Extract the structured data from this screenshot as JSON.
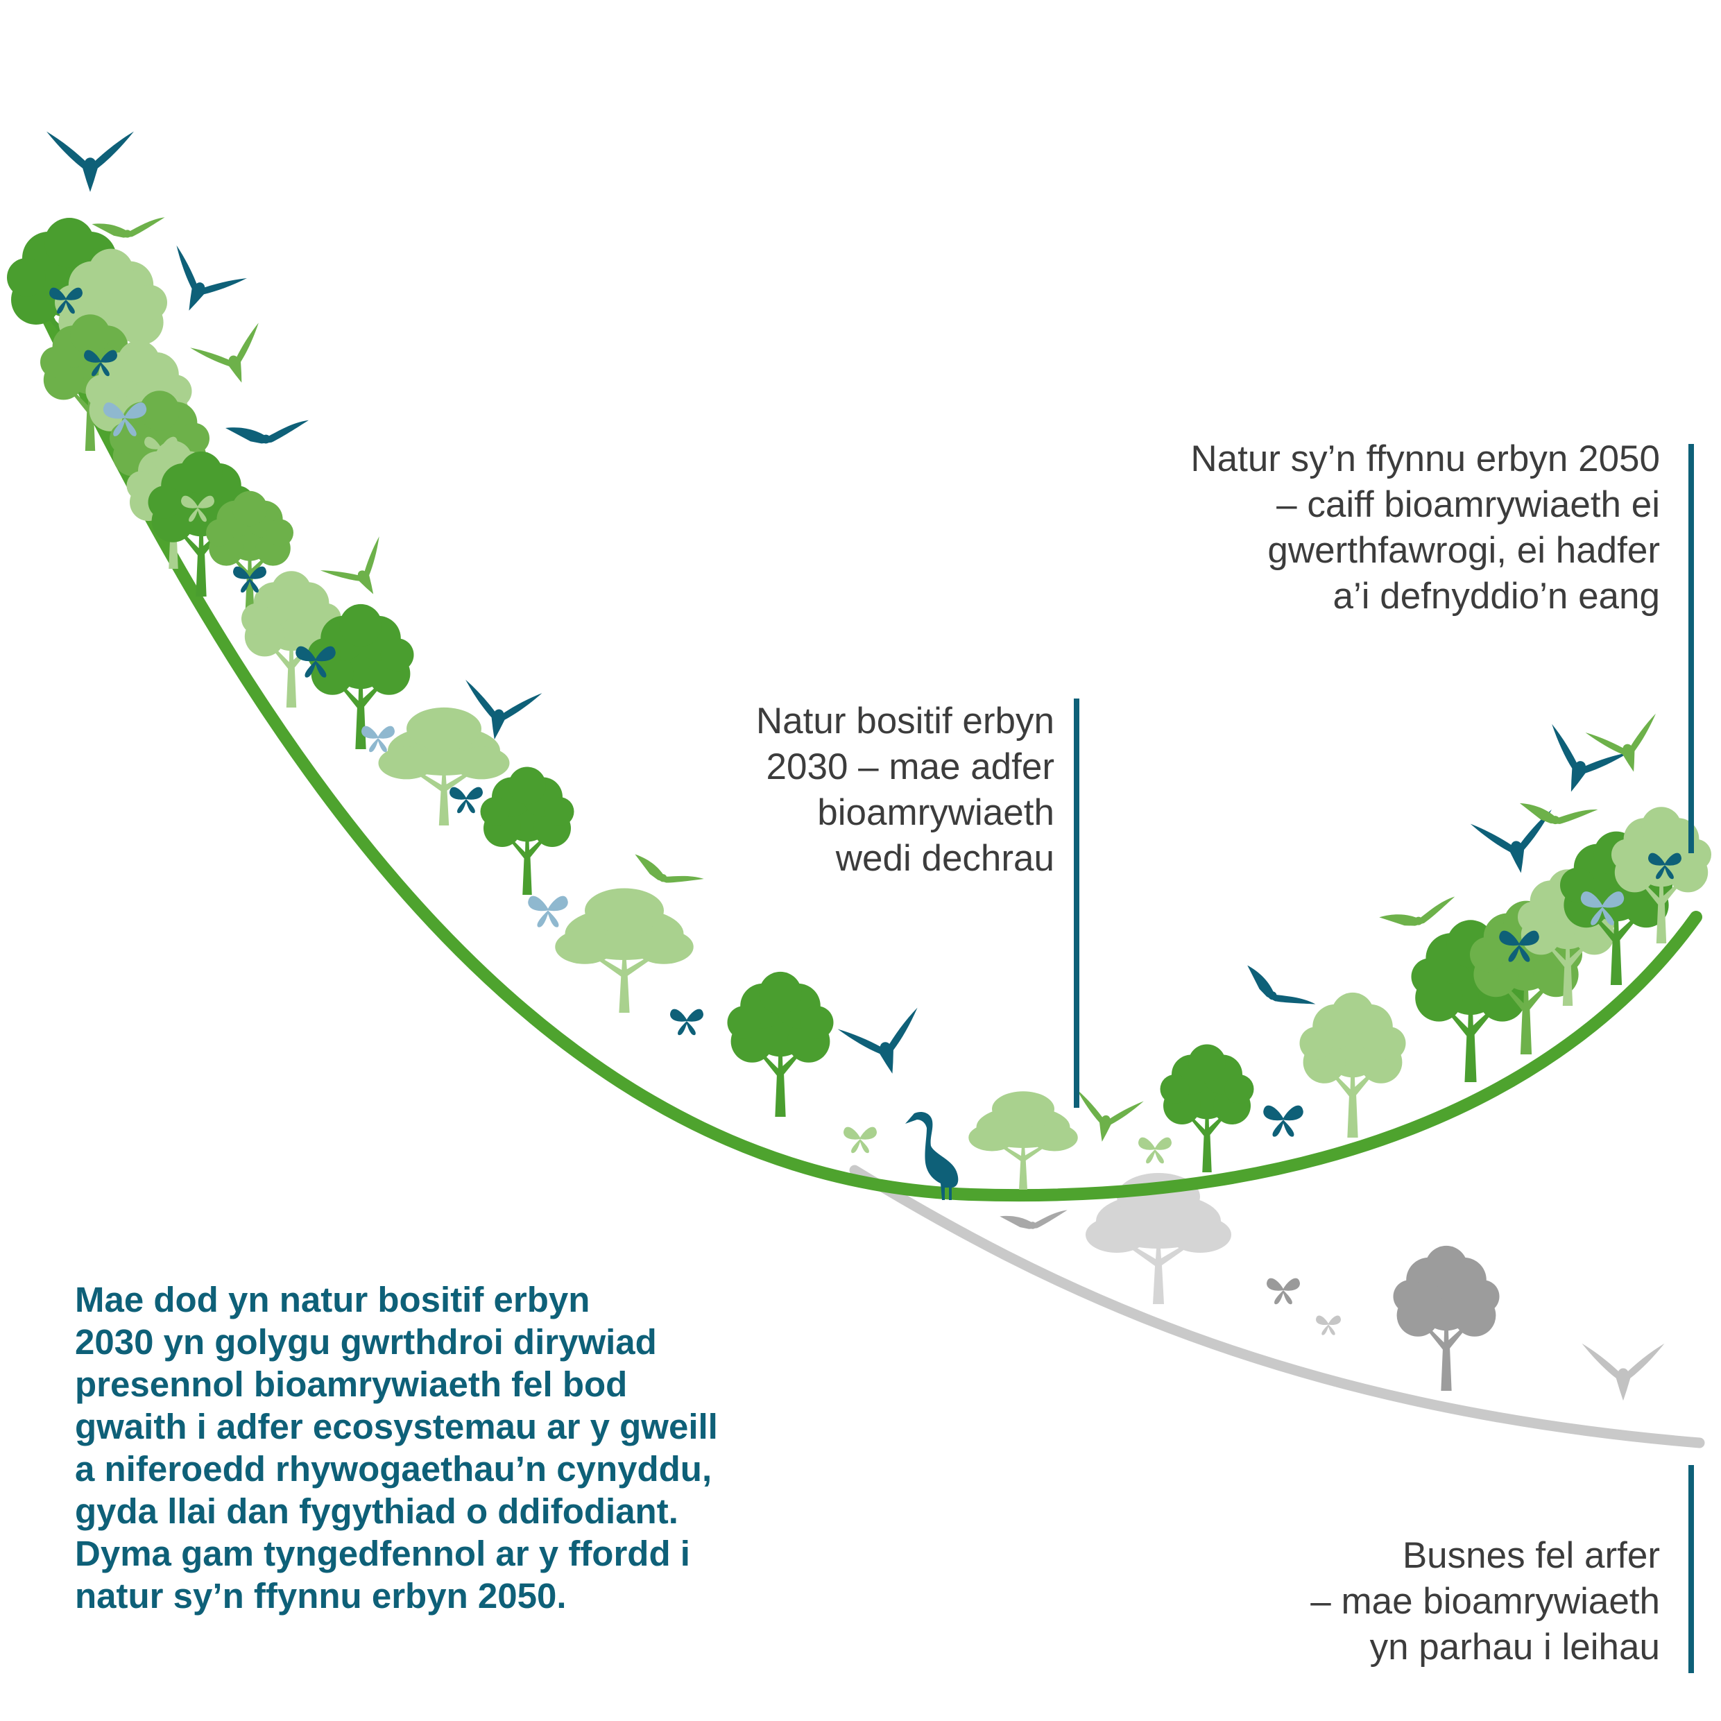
{
  "colors": {
    "green_dark": "#4a9e2f",
    "green_mid": "#6db14a",
    "green_light": "#a9d18e",
    "teal": "#0e6078",
    "butterfly_light": "#8fb8cf",
    "grey_dark": "#9a9a9a",
    "grey_light": "#cccccc",
    "text_grey": "#3c3c3c"
  },
  "labels": {
    "nature_2050": [
      "Natur sy’n ffynnu erbyn 2050",
      "– caiff bioamrywiaeth ei",
      "gwerthfawrogi, ei hadfer",
      "a’i defnyddio’n eang"
    ],
    "nature_2030": [
      "Natur bositif erbyn",
      "2030 – mae adfer",
      "bioamrywiaeth",
      "wedi dechrau"
    ],
    "business_as_usual": [
      "Busnes fel arfer",
      "– mae bioamrywiaeth",
      "yn parhau i leihau"
    ]
  },
  "explanation": [
    "Mae dod yn natur bositif erbyn",
    "2030 yn golygu gwrthdroi dirywiad",
    "presennol bioamrywiaeth fel bod",
    "gwaith i adfer ecosystemau ar y gweill",
    "a niferoedd rhywogaethau’n cynyddu,",
    "gyda llai dan fygythiad o ddifodiant.",
    "Dyma gam tyngedfennol ar y ffordd i",
    "natur sy’n ffynnu erbyn 2050."
  ],
  "icons": {
    "tree": "tree-icon",
    "bird": "bird-icon",
    "butterfly": "butterfly-icon",
    "heron": "heron-icon"
  }
}
